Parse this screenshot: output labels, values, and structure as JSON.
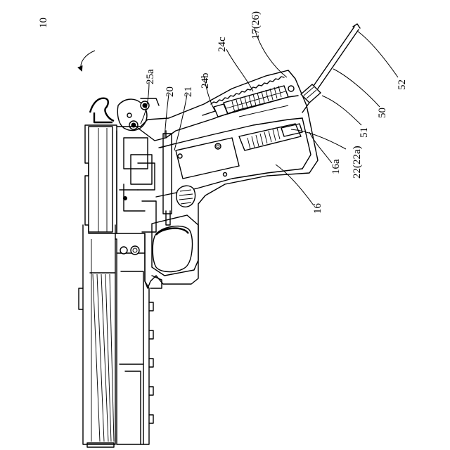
{
  "labels": {
    "l10": "10",
    "l25a": "25a",
    "l20": "20",
    "l21": "21",
    "l24b": "24b",
    "l24c": "24c",
    "l17": "17(26)",
    "l52": "52",
    "l50": "50",
    "l51": "51",
    "l22": "22(22a)",
    "l16a": "16a",
    "l16": "16"
  }
}
